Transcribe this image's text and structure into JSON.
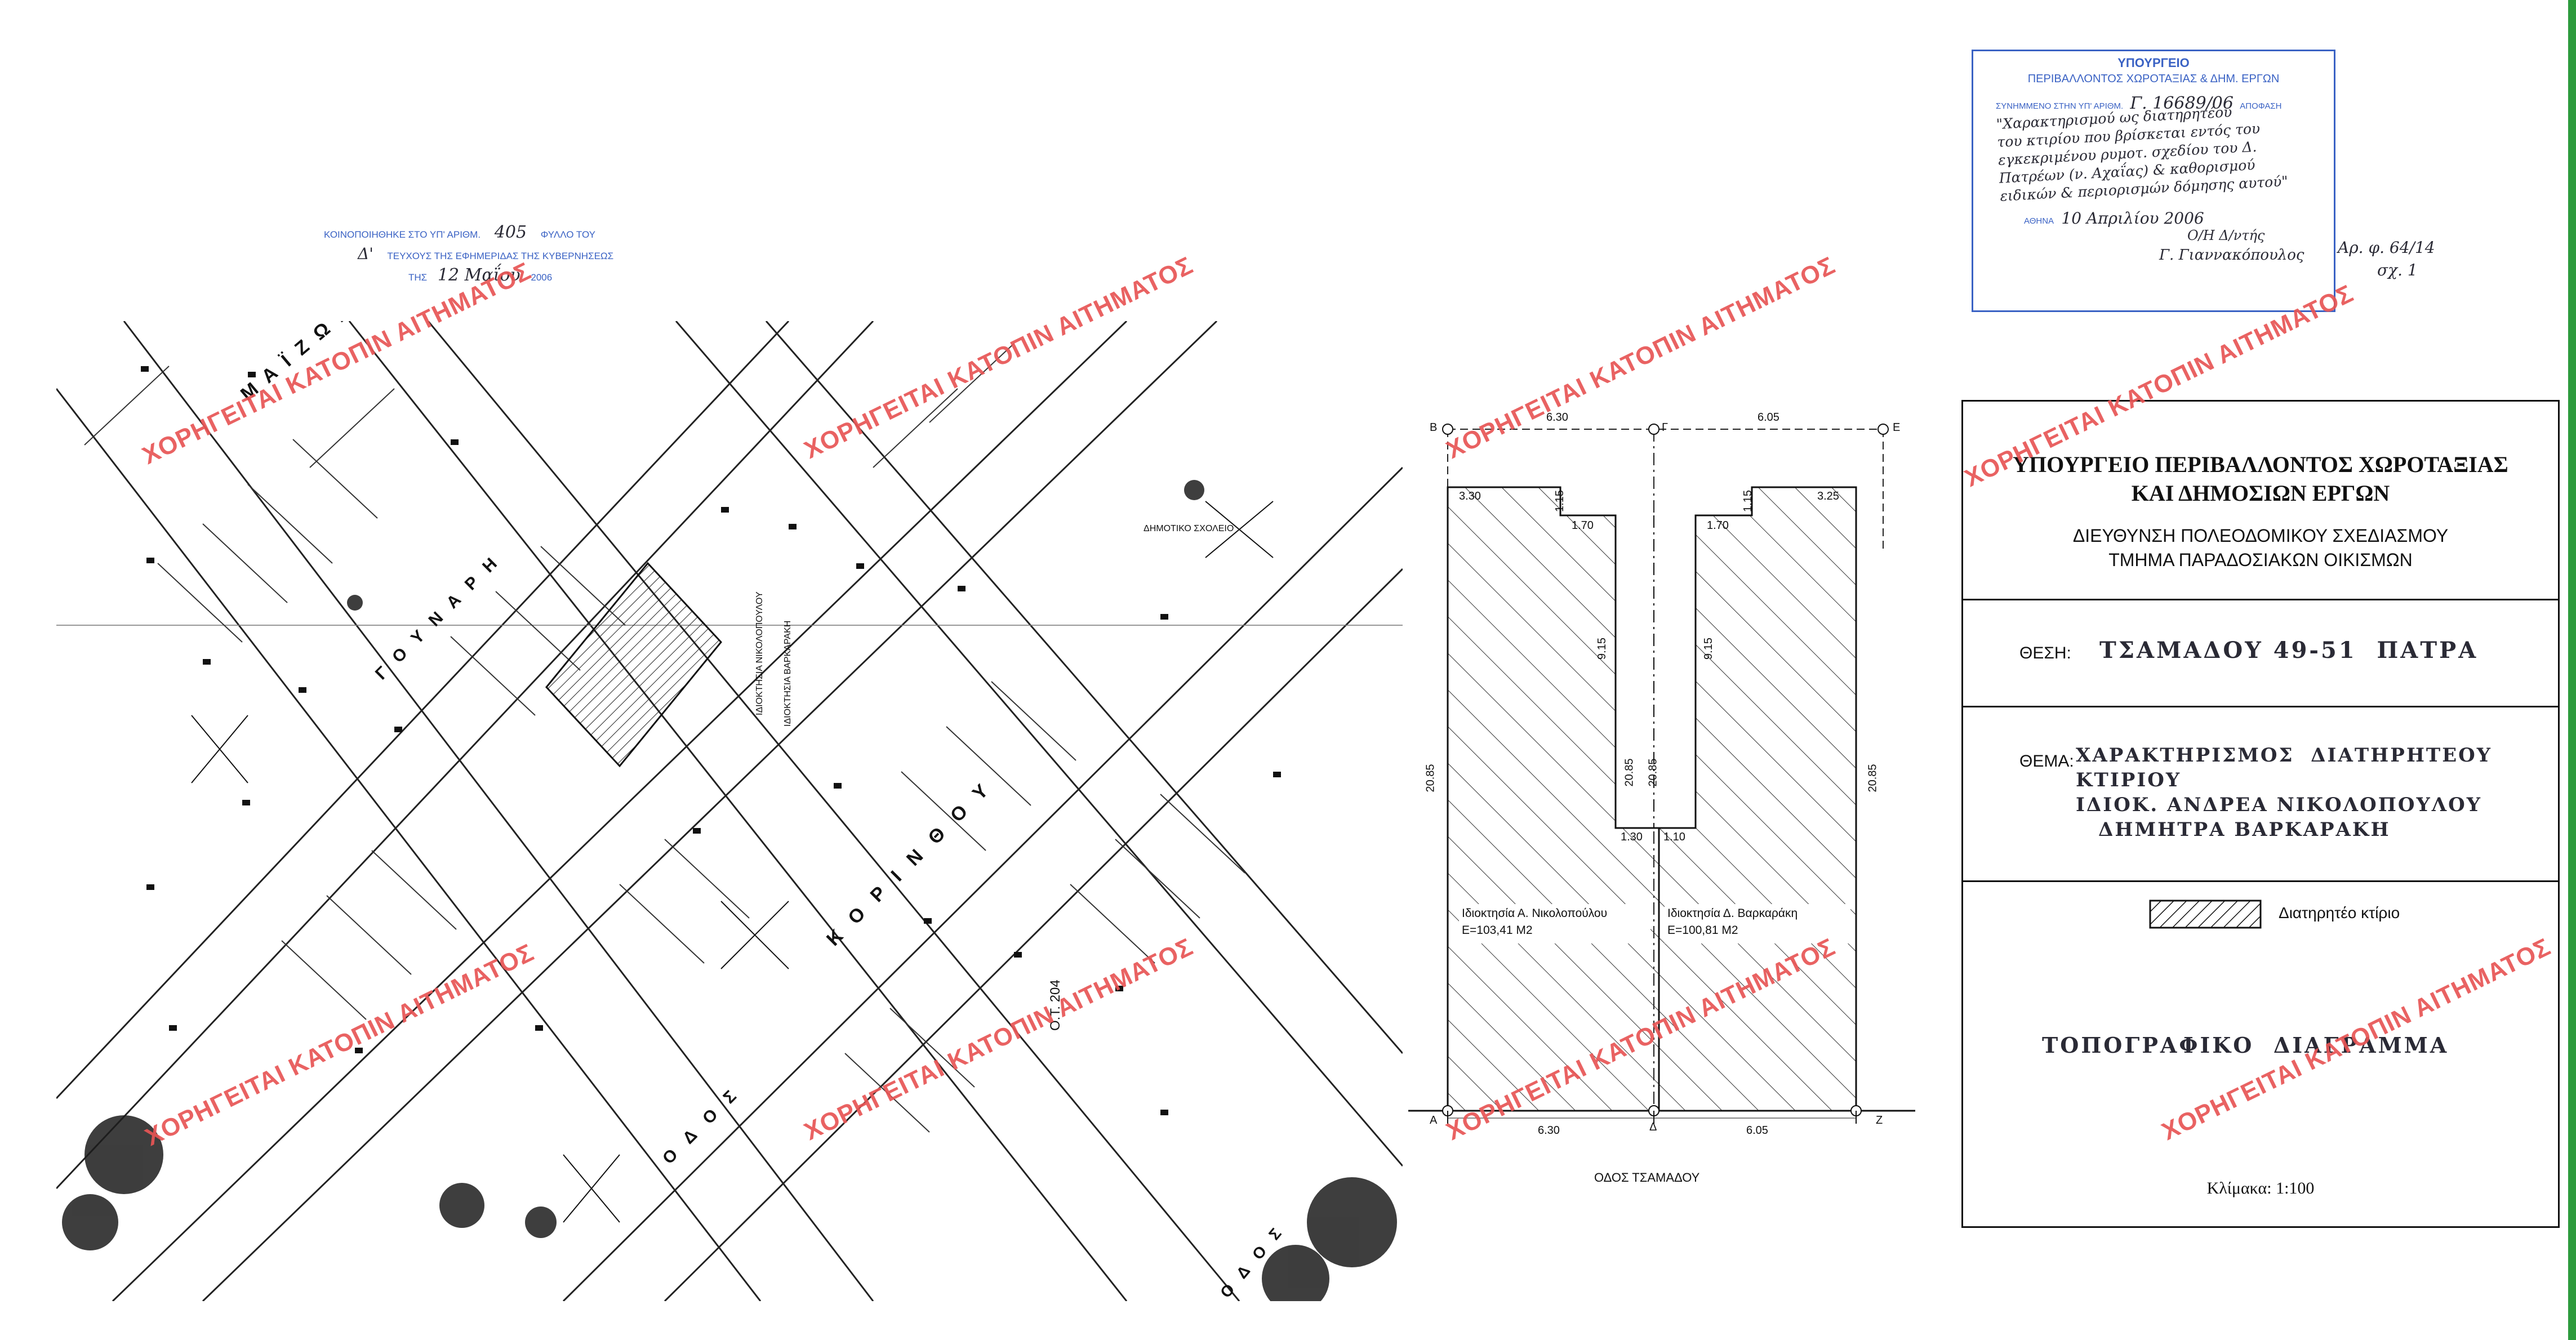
{
  "watermark_text": "ΧΟΡΗΓΕΙΤΑΙ ΚΑΤΟΠΙΝ ΑΙΤΗΜΑΤΟΣ",
  "stamp_publication": {
    "line1_prefix": "ΚΟΙΝΟΠΟΙΗΘΗΚΕ ΣΤΟ ΥΠ' ΑΡΙΘΜ.",
    "line1_number": "405",
    "line1_suffix": "ΦΥΛΛΟ ΤΟΥ",
    "line2_prefix": "Δ'",
    "line2_suffix": "ΤΕΥΧΟΥΣ ΤΗΣ ΕΦΗΜΕΡΙΔΑΣ ΤΗΣ ΚΥΒΕΡΝΗΣΕΩΣ",
    "line3_prefix": "ΤΗΣ",
    "line3_date": "12 Μαΐου",
    "line3_year": "2006"
  },
  "stamp_ministry": {
    "title": "ΥΠΟΥΡΓΕΙΟ",
    "subtitle": "ΠΕΡΙΒΑΛΛΟΝΤΟΣ ΧΩΡΟΤΑΞΙΑΣ & ΔΗΜ. ΕΡΓΩΝ",
    "ref_label": "ΣΥΝΗΜΜΕΝΟ ΣΤΗΝ ΥΠ' ΑΡΙΘΜ.",
    "ref_number": "Γ. 16689/06",
    "ref_suffix": "ΑΠΟΦΑΣΗ",
    "handwritten_lines": [
      "\"Χαρακτηρισμού ως διατηρητέου",
      "του κτιρίου που βρίσκεται εντός του",
      "εγκεκριμένου ρυμοτ. σχεδίου του Δ.",
      "Πατρέων (ν. Αχαΐας) & καθορισμού",
      "ειδικών & περιορισμών δόμησης αυτού\""
    ],
    "city_label": "ΑΘΗΝΑ",
    "date": "10 Απριλίου 2006",
    "for_label": "Ο/Η Δ/ντής",
    "signature": "Γ. Γιαννακόπουλος"
  },
  "side_note": {
    "line1": "Αρ. φ. 64/14",
    "line2": "σχ. 1"
  },
  "title_block": {
    "ministry_line1": "ΥΠΟΥΡΓΕΙΟ ΠΕΡΙΒΑΛΛΟΝΤΟΣ ΧΩΡΟΤΑΞΙΑΣ",
    "ministry_line2": "ΚΑΙ ΔΗΜΟΣΙΩΝ ΕΡΓΩΝ",
    "directorate": "ΔΙΕΥΘΥΝΣΗ ΠΟΛΕΟΔΟΜΙΚΟΥ ΣΧΕΔΙΑΣΜΟΥ",
    "department": "ΤΜΗΜΑ ΠΑΡΑΔΟΣΙΑΚΩΝ ΟΙΚΙΣΜΩΝ",
    "location_label": "ΘΕΣΗ:",
    "location_value": "ΤΣΑΜΑΔΟΥ 49-51  ΠΑΤΡΑ",
    "subject_label": "ΘΕΜΑ:",
    "subject_lines": [
      "ΧΑΡΑΚΤΗΡΙΣΜΟΣ  ΔΙΑΤΗΡΗΤΕΟΥ",
      "ΚΤΙΡΙΟΥ",
      "ΙΔΙΟΚ. ΑΝΔΡΕΑ ΝΙΚΟΛΟΠΟΥΛΟΥ",
      "ΔΗΜΗΤΡΑ ΒΑΡΚΑΡΑΚΗ"
    ],
    "legend_label": "Διατηρητέο κτίριο",
    "diagram_title": "ΤΟΠΟΓΡΑΦΙΚΟ  ΔΙΑΓΡΑΜΜΑ",
    "scale": "Κλίμακα: 1:100"
  },
  "plot_plan": {
    "corner_labels": {
      "B": "Β",
      "G": "Γ",
      "E": "Ε",
      "A": "Α",
      "D": "Δ",
      "Z": "Ζ"
    },
    "top_dims": [
      "6.30",
      "6.05"
    ],
    "bottom_dims": [
      "6.30",
      "6.05"
    ],
    "left_notch": [
      "3.30",
      "1.15",
      "1.70"
    ],
    "right_notch": [
      "1.70",
      "1.15",
      "3.25"
    ],
    "inner_vertical": [
      "9.15",
      "9.15"
    ],
    "side_heights": [
      "20.85",
      "20.85",
      "20.85",
      "20.85"
    ],
    "gap_widths": [
      "1.30",
      "1.10"
    ],
    "owner_left": "Ιδιοκτησία Α. Νικολοπούλου",
    "area_left": "Ε=103,41 Μ2",
    "owner_right": "Ιδιοκτησία Δ. Βαρκαράκη",
    "area_right": "Ε=100,81 Μ2",
    "street": "ΟΔΟΣ ΤΣΑΜΑΔΟΥ"
  },
  "site_map": {
    "street_labels": [
      "Μ Α Ϊ Ζ Ω Ν Ο Σ",
      "Κ Ο Ρ Ι Ν Θ Ο Υ",
      "Ο Δ Ο Σ",
      "Γ Ο Υ Ν Α Ρ Η",
      "Ο Δ Ο Σ"
    ],
    "owner_labels": [
      "ΙΔΙΟΚΤΗΣΙΑ ΝΙΚΟΛΟΠΟΥΛΟΥ",
      "ΙΔΙΟΚΤΗΣΙΑ ΒΑΡΚΑΡΑΚΗ"
    ],
    "school_label": "ΔΗΜΟΤΙΚΟ ΣΧΟΛΕΙΟ",
    "block_code": "Ο.Τ. 204"
  }
}
